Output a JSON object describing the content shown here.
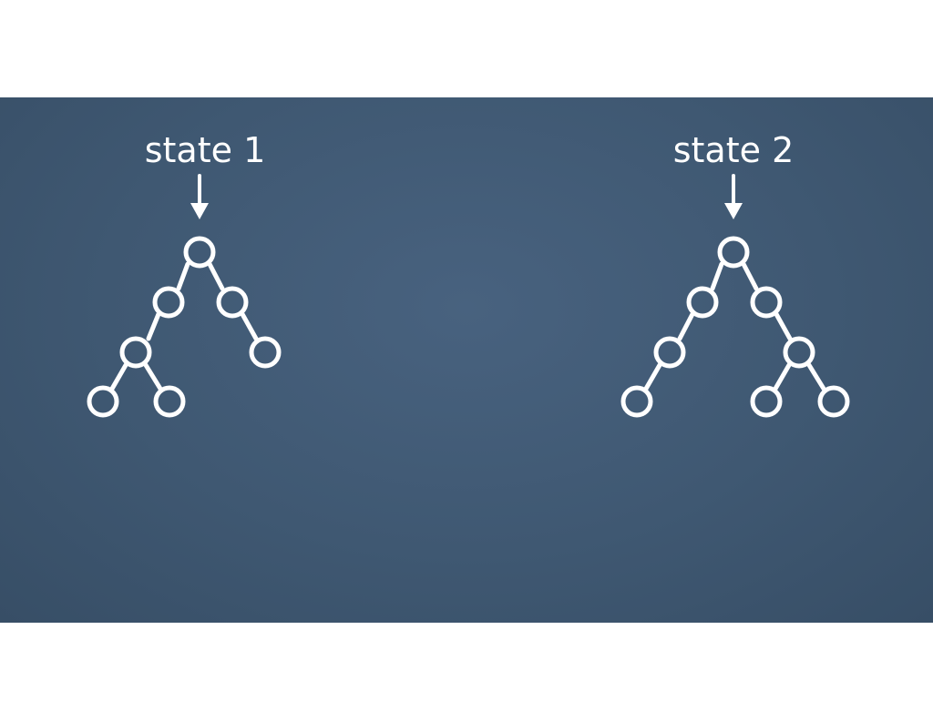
{
  "diagram": {
    "background_color": "#3f5872",
    "foreground_color": "#ffffff",
    "states": [
      {
        "label": "state 1",
        "tree": {
          "nodes": [
            "root",
            "l",
            "r",
            "ll",
            "rr",
            "lll",
            "llr"
          ],
          "edges": [
            [
              "root",
              "l"
            ],
            [
              "root",
              "r"
            ],
            [
              "l",
              "ll"
            ],
            [
              "r",
              "rr"
            ],
            [
              "ll",
              "lll"
            ],
            [
              "ll",
              "llr"
            ]
          ]
        }
      },
      {
        "label": "state 2",
        "tree": {
          "nodes": [
            "root",
            "l",
            "r",
            "ll",
            "rr",
            "lll",
            "rrl",
            "rrr"
          ],
          "edges": [
            [
              "root",
              "l"
            ],
            [
              "root",
              "r"
            ],
            [
              "l",
              "ll"
            ],
            [
              "r",
              "rr"
            ],
            [
              "ll",
              "lll"
            ],
            [
              "rr",
              "rrl"
            ],
            [
              "rr",
              "rrr"
            ]
          ]
        }
      }
    ]
  }
}
